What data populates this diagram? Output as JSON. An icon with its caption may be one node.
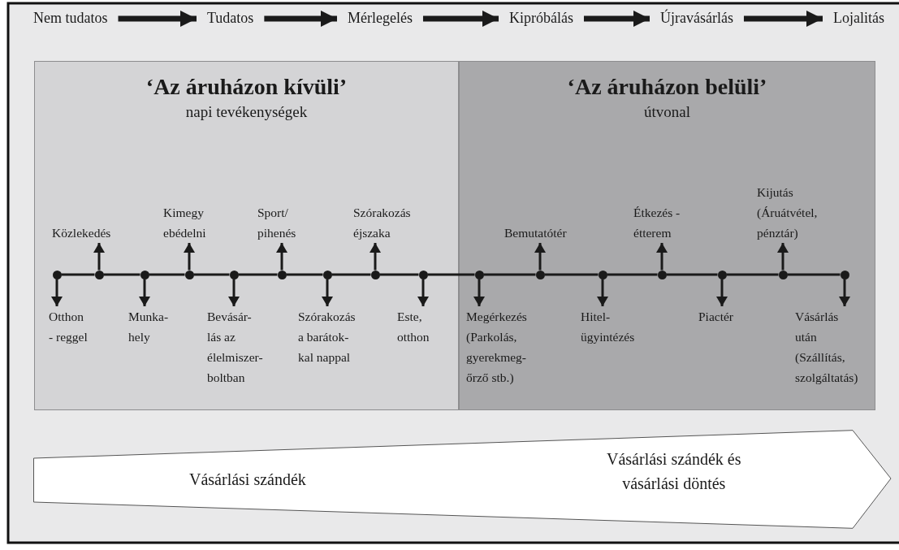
{
  "diagram": {
    "nodes": [
      {
        "text": [
          "Nem tudatos"
        ]
      },
      {
        "text": [
          "Tudatos"
        ]
      },
      {
        "text": [
          "Mérlegelés"
        ]
      },
      {
        "text": [
          "Kipróbálás"
        ]
      },
      {
        "text": [
          "Újravásárlás"
        ]
      },
      {
        "text": [
          "Lojalitás"
        ]
      },
      {
        "text": [
          "‘Az áruházon kívüli’",
          "napi tevékenységek"
        ]
      },
      {
        "text": [
          "‘Az áruházon belüli’",
          "útvonal"
        ]
      },
      {
        "text": [],
        "shape": "circle",
        "in": 6
      },
      {
        "text": [
          "Otthon - reggel"
        ],
        "in": 6
      },
      {
        "text": [],
        "shape": "circle",
        "in": 6
      },
      {
        "text": [
          "Közlekedés"
        ],
        "in": 6
      },
      {
        "text": [],
        "shape": "circle",
        "in": 6
      },
      {
        "text": [
          "Munka- hely"
        ],
        "in": 6
      },
      {
        "text": [],
        "shape": "circle",
        "in": 6
      },
      {
        "text": [
          "Kimegy ebédelni"
        ],
        "in": 6
      },
      {
        "text": [],
        "shape": "circle",
        "in": 6
      },
      {
        "text": [
          "Bevásár- lás az élelmiszer- boltban"
        ],
        "in": 6
      },
      {
        "text": [],
        "shape": "circle",
        "in": 6
      },
      {
        "text": [
          "Sport/ pihenés"
        ],
        "in": 6
      },
      {
        "text": [],
        "shape": "circle",
        "in": 6
      },
      {
        "text": [
          "Szórakozás a barátok- kal nappal"
        ],
        "in": 6
      },
      {
        "text": [],
        "shape": "circle",
        "in": 6
      },
      {
        "text": [
          "Szórakozás éjszaka"
        ],
        "in": 6
      },
      {
        "text": [],
        "shape": "circle",
        "in": 6
      },
      {
        "text": [
          "Este, otthon"
        ],
        "in": 6
      },
      {
        "text": [],
        "shape": "circle",
        "in": 7
      },
      {
        "text": [
          "Megérkezés (Parkolás, gyerekmeg- őrző stb.)"
        ],
        "in": 7
      },
      {
        "text": [],
        "shape": "circle",
        "in": 7
      },
      {
        "text": [
          "Bemutatótér"
        ],
        "in": 7
      },
      {
        "text": [],
        "shape": "circle",
        "in": 7
      },
      {
        "text": [
          "Hitel- ügyintézés"
        ],
        "in": 7
      },
      {
        "text": [],
        "shape": "circle",
        "in": 7
      },
      {
        "text": [
          "Étkezés - étterem"
        ],
        "in": 7
      },
      {
        "text": [],
        "shape": "circle",
        "in": 7
      },
      {
        "text": [
          "Piactér"
        ],
        "in": 7
      },
      {
        "text": [],
        "shape": "circle",
        "in": 7
      },
      {
        "text": [
          "Kijutás (Áruátvétel, pénztár)"
        ],
        "in": 7
      },
      {
        "text": [],
        "shape": "circle",
        "in": 7
      },
      {
        "text": [
          "Vásárlás után (Szállítás, szolgáltatás)"
        ],
        "in": 7
      },
      {
        "text": [
          "Vásárlási szándék",
          "Vásárlási szándék és vásárlási döntés"
        ]
      }
    ],
    "edges": [
      {
        "from": 0,
        "to": 1,
        "arrow": "to",
        "style": "thick"
      },
      {
        "from": 1,
        "to": 2,
        "arrow": "to",
        "style": "thick"
      },
      {
        "from": 2,
        "to": 3,
        "arrow": "to",
        "style": "thick"
      },
      {
        "from": 3,
        "to": 4,
        "arrow": "to",
        "style": "thick"
      },
      {
        "from": 4,
        "to": 5,
        "arrow": "to",
        "style": "thick"
      },
      {
        "from": 8,
        "to": 9,
        "arrow": "to"
      },
      {
        "from": 10,
        "to": 11,
        "arrow": "to"
      },
      {
        "from": 12,
        "to": 13,
        "arrow": "to"
      },
      {
        "from": 14,
        "to": 15,
        "arrow": "to"
      },
      {
        "from": 16,
        "to": 17,
        "arrow": "to"
      },
      {
        "from": 18,
        "to": 19,
        "arrow": "to"
      },
      {
        "from": 20,
        "to": 21,
        "arrow": "to"
      },
      {
        "from": 22,
        "to": 23,
        "arrow": "to"
      },
      {
        "from": 24,
        "to": 25,
        "arrow": "to"
      },
      {
        "from": 26,
        "to": 27,
        "arrow": "to"
      },
      {
        "from": 28,
        "to": 29,
        "arrow": "to"
      },
      {
        "from": 30,
        "to": 31,
        "arrow": "to"
      },
      {
        "from": 32,
        "to": 33,
        "arrow": "to"
      },
      {
        "from": 34,
        "to": 35,
        "arrow": "to"
      },
      {
        "from": 36,
        "to": 37,
        "arrow": "to"
      },
      {
        "from": 38,
        "to": 39,
        "arrow": "to"
      },
      {
        "from": 8,
        "to": 10,
        "arrow": "none"
      },
      {
        "from": 10,
        "to": 12,
        "arrow": "none"
      },
      {
        "from": 12,
        "to": 14,
        "arrow": "none"
      },
      {
        "from": 14,
        "to": 16,
        "arrow": "none"
      },
      {
        "from": 16,
        "to": 18,
        "arrow": "none"
      },
      {
        "from": 18,
        "to": 20,
        "arrow": "none"
      },
      {
        "from": 20,
        "to": 22,
        "arrow": "none"
      },
      {
        "from": 22,
        "to": 24,
        "arrow": "none"
      },
      {
        "from": 24,
        "to": 26,
        "arrow": "none"
      },
      {
        "from": 26,
        "to": 28,
        "arrow": "none"
      },
      {
        "from": 28,
        "to": 30,
        "arrow": "none"
      },
      {
        "from": 30,
        "to": 32,
        "arrow": "none"
      },
      {
        "from": 32,
        "to": 34,
        "arrow": "none"
      },
      {
        "from": 34,
        "to": 36,
        "arrow": "none"
      },
      {
        "from": 36,
        "to": 38,
        "arrow": "none"
      }
    ]
  }
}
